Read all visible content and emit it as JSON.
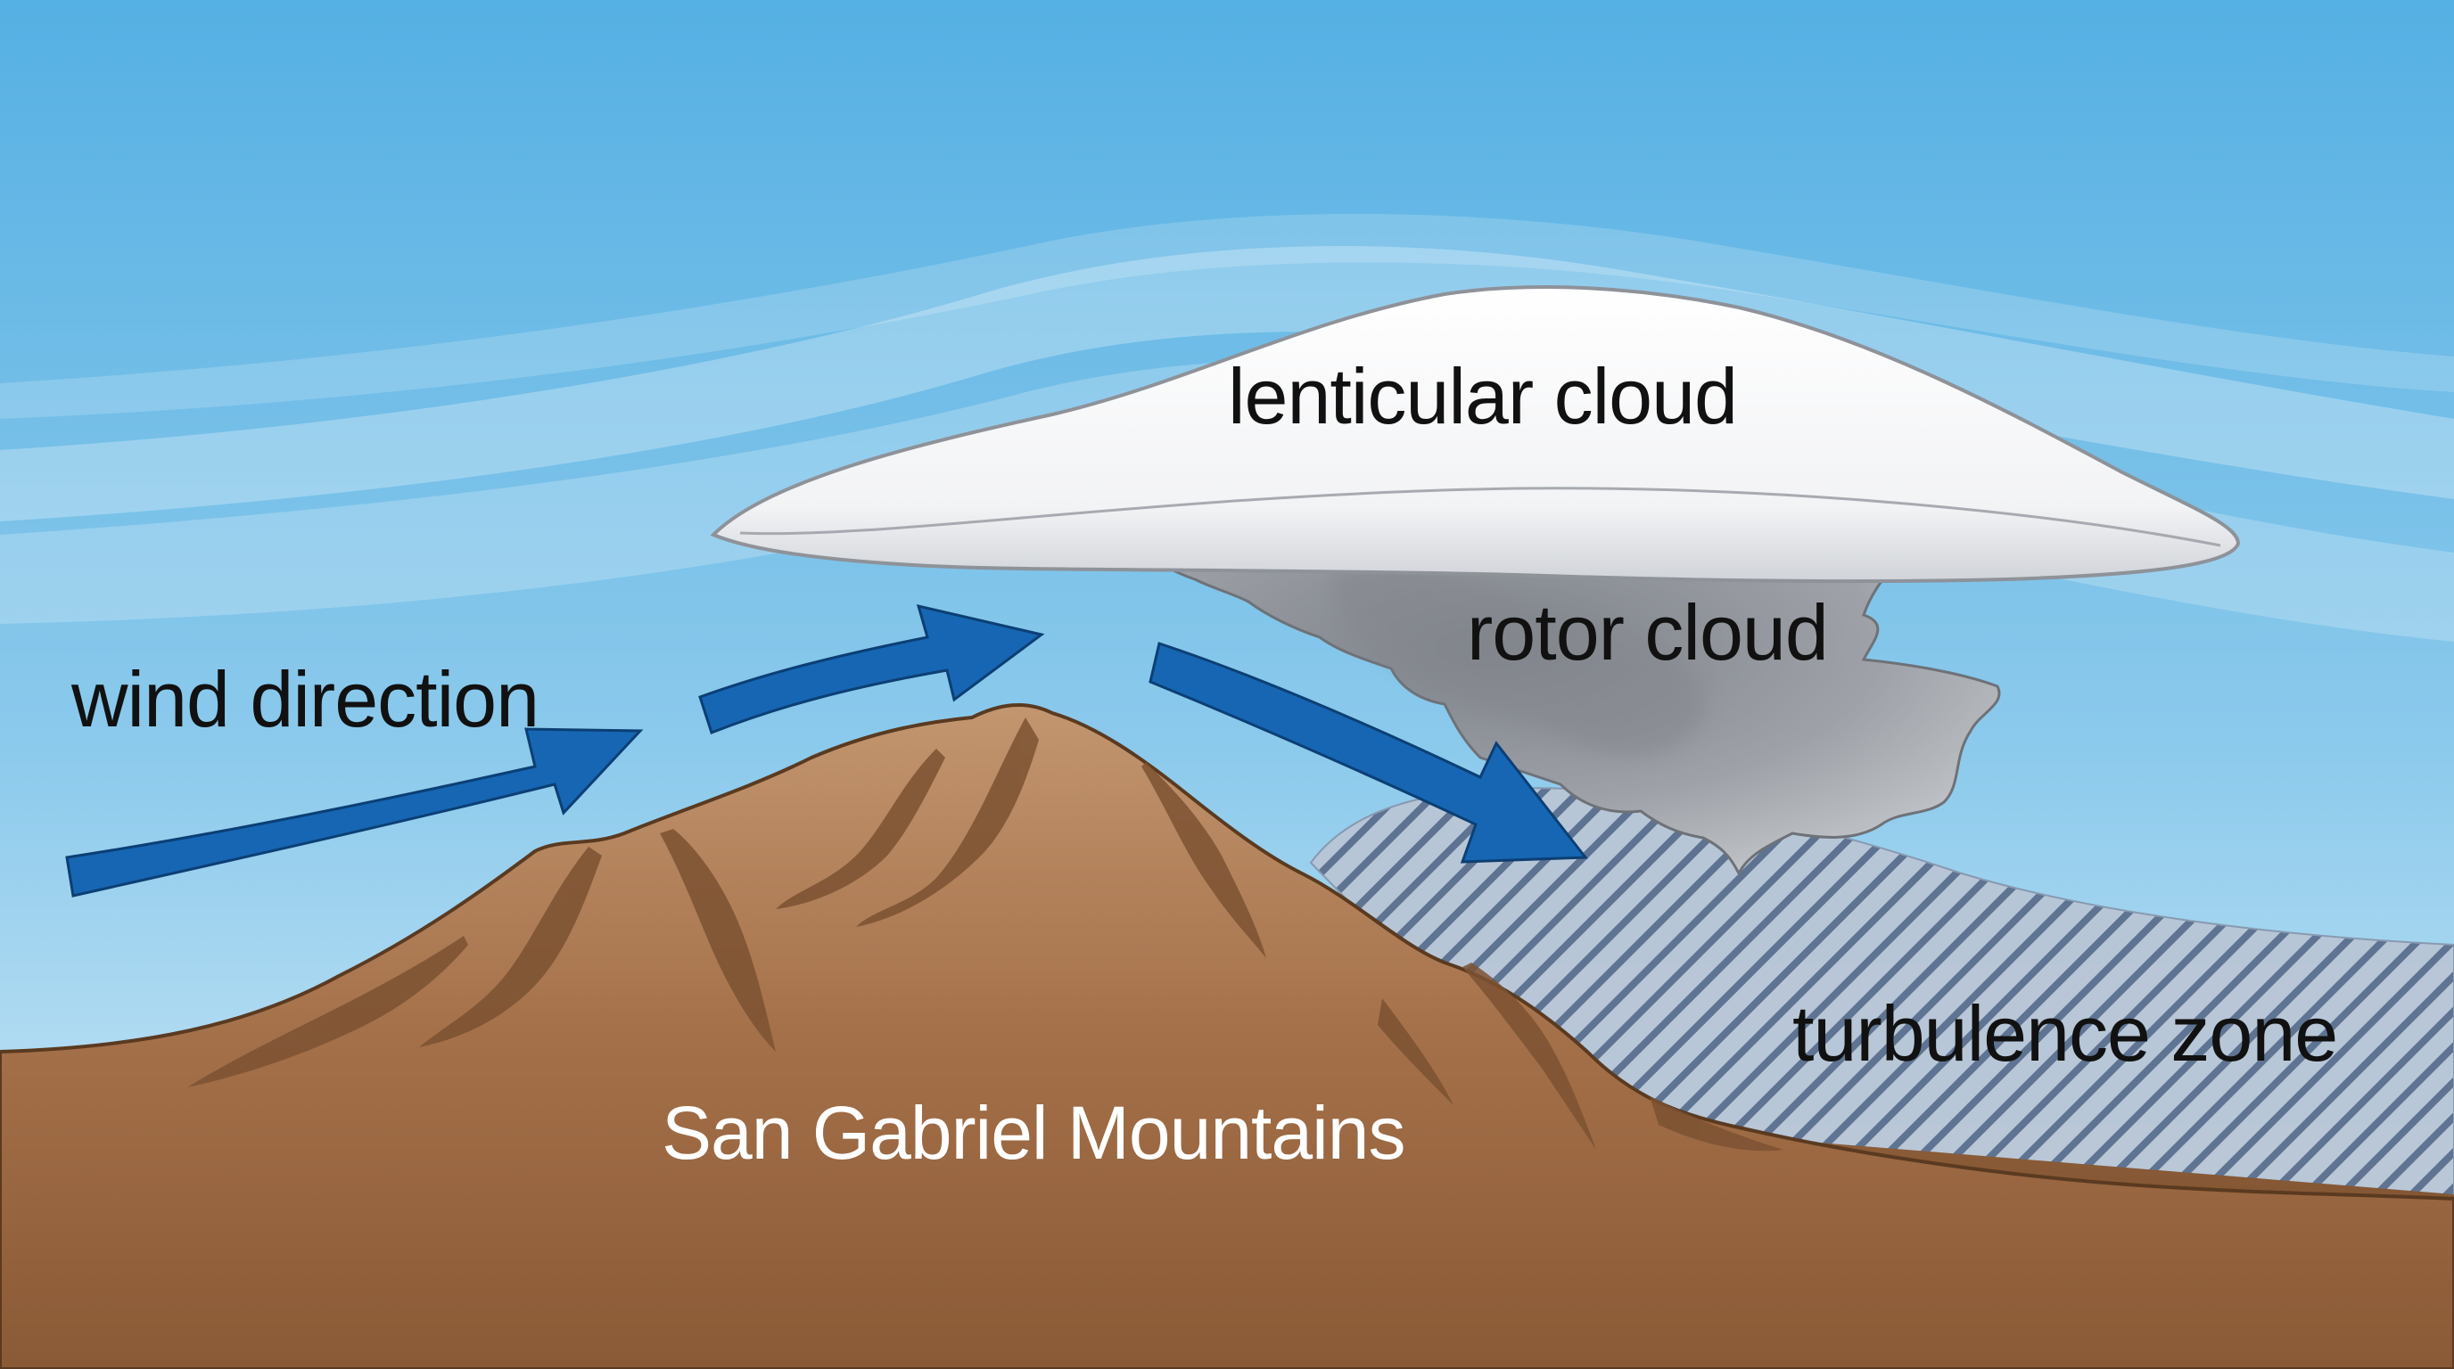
{
  "labels": {
    "lenticular_cloud": "lenticular cloud",
    "rotor_cloud": "rotor cloud",
    "wind_direction": "wind direction",
    "turbulence_zone": "turbulence zone",
    "mountains": "San Gabriel Mountains"
  },
  "colors": {
    "sky_top": "#5bb3e4",
    "sky_bottom": "#d4ebf7",
    "wind_arrow": "#1666b3",
    "mountain": "#a7724a",
    "ground": "#7a4e2c",
    "lenticular": "#ffffff",
    "rotor": "#9a9da3",
    "turbulence_hatch": "#5c6f8c"
  },
  "icons": {
    "wind_arrows": "arrow-right-icon",
    "rotor": "cloud-icon",
    "lenticular": "cloud-icon",
    "mountain": "mountain-icon"
  }
}
